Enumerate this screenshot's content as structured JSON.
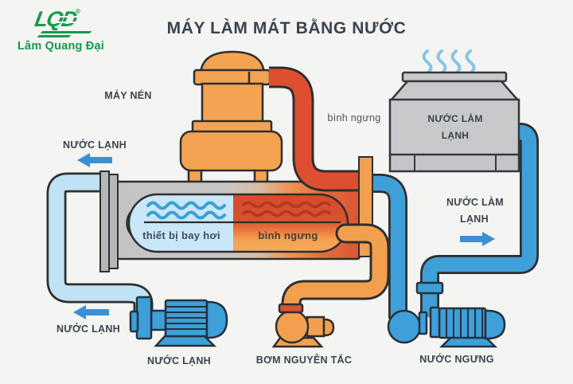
{
  "title": "MÁY LÀM MÁT BẰNG NƯỚC",
  "logo": {
    "monogram": "LQD",
    "registered": "®",
    "company": "Lâm Quang Đại"
  },
  "labels": {
    "compressor": "MÁY NÉN",
    "condenser_pipe": "bình ngưng",
    "cooling_tower_line1": "NƯỚC LÀM",
    "cooling_tower_line2": "LẠNH",
    "chilled_water_top": "NƯỚC LẠNH",
    "evaporator": "thiết bị bay hơi",
    "condenser_vessel": "bình ngưng",
    "cooling_water_line1": "NƯỚC LÀM",
    "cooling_water_line2": "LẠNH",
    "chilled_water_bottom": "NƯỚC LẠNH",
    "chilled_water_pump": "NƯỚC LẠNH",
    "main_pump": "BƠM NGUYÊN TẮC",
    "condensate_pump": "NƯỚC NGƯNG"
  },
  "colors": {
    "background": "#f4f4f2",
    "hot_red": "#dd4f30",
    "warm_orange": "#f3a04e",
    "blue_pipe": "#3f9fd8",
    "chilled_pipe_light": "#bfe2f4",
    "equipment_gray": "#c9c9cb",
    "label_text": "#39434f",
    "brand_green": "#169a4c",
    "arrow_blue": "#3b8fd4"
  }
}
